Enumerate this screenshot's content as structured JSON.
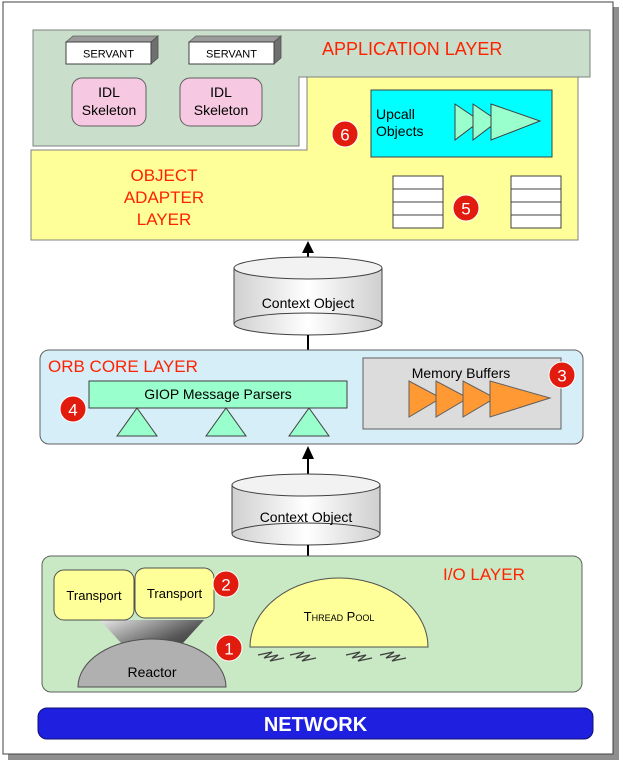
{
  "colors": {
    "app_layer_fill": "#c9dfcb",
    "adapter_layer_fill": "#ffff99",
    "orb_layer_fill": "#d6eef8",
    "io_layer_fill": "#c9e8c4",
    "layer_title": "#ff2200",
    "network_fill": "#1f1fe0",
    "badge_fill": "#e21b0f",
    "skeleton_fill": "#f7c8e2",
    "upcall_fill": "#00ffff",
    "triangle_green": "#99ffcc",
    "triangle_orange": "#ff9933",
    "memory_panel_fill": "#dcdcdc",
    "transport_fill": "#ffff99",
    "thread_pool_fill": "#ffff99",
    "reactor_fill": "#b0b0b0"
  },
  "application_layer": {
    "title": "APPLICATION LAYER",
    "servants": [
      "SERVANT",
      "SERVANT"
    ],
    "skeleton_line1": "IDL",
    "skeleton_line2": "Skeleton"
  },
  "object_adapter_layer": {
    "title_line1": "OBJECT",
    "title_line2": "ADAPTER",
    "title_line3": "LAYER",
    "upcall_line1": "Upcall",
    "upcall_line2": "Objects",
    "badge_upcall": "6",
    "badge_tables": "5"
  },
  "context_object_upper": {
    "label": "Context Object"
  },
  "orb_core_layer": {
    "title": "ORB CORE LAYER",
    "parsers_label": "GIOP Message Parsers",
    "badge_parsers": "4",
    "memory_label": "Memory Buffers",
    "badge_memory": "3"
  },
  "context_object_lower": {
    "label": "Context Object"
  },
  "io_layer": {
    "title": "I/O LAYER",
    "transport_left": "Transport",
    "transport_right": "Transport",
    "badge_transport": "2",
    "thread_pool_label": "Thread Pool",
    "reactor_label": "Reactor",
    "badge_reactor": "1"
  },
  "network": {
    "label": "NETWORK"
  }
}
